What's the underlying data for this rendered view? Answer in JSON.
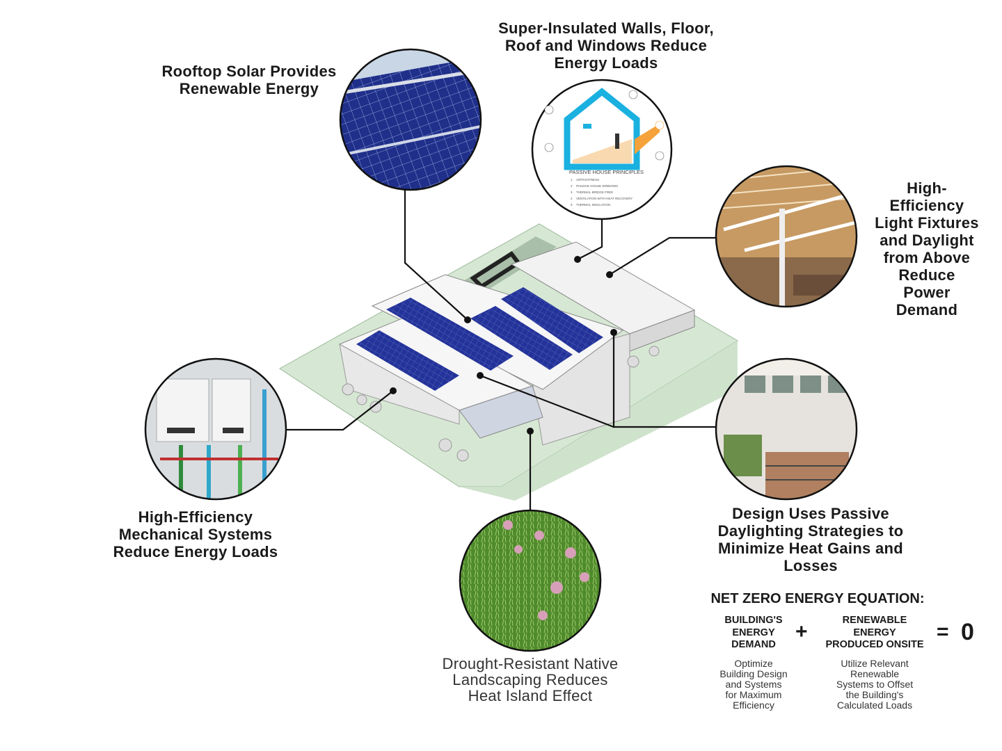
{
  "labels": {
    "solar": [
      "Rooftop Solar Provides",
      "Renewable Energy"
    ],
    "insulation": [
      "Super-Insulated Walls, Floor,",
      "Roof and Windows Reduce",
      "Energy Loads"
    ],
    "lighting": [
      "High-",
      "Efficiency",
      "Light Fixtures",
      "and Daylight",
      "from Above",
      "Reduce",
      "Power",
      "Demand"
    ],
    "mechanical": [
      "High-Efficiency",
      "Mechanical Systems",
      "Reduce Energy Loads"
    ],
    "daylighting": [
      "Design Uses Passive",
      "Daylighting Strategies to",
      "Minimize Heat Gains and",
      "Losses"
    ],
    "landscaping": [
      "Drought-Resistant Native",
      "Landscaping Reduces",
      "Heat Island Effect"
    ]
  },
  "passive_house": {
    "title": "PASSIVE HOUSE PRINCIPLES",
    "items": [
      {
        "num": "1",
        "text": "AIRTIGHTNESS"
      },
      {
        "num": "2",
        "text": "PASSIVE HOUSE WINDOWS"
      },
      {
        "num": "3",
        "text": "THERMAL BRIDGE FREE"
      },
      {
        "num": "4",
        "text": "VENTILATION WITH HEAT RECOVERY"
      },
      {
        "num": "5",
        "text": "THERMAL INSULATION"
      }
    ]
  },
  "equation": {
    "title": "NET ZERO ENERGY EQUATION:",
    "left_head": [
      "BUILDING'S",
      "ENERGY",
      "DEMAND"
    ],
    "left_sub": [
      "Optimize",
      "Building Design",
      "and Systems",
      "for Maximum",
      "Efficiency"
    ],
    "plus": "+",
    "right_head": [
      "RENEWABLE",
      "ENERGY",
      "PRODUCED ONSITE"
    ],
    "right_sub": [
      "Utilize Relevant",
      "Renewable",
      "Systems to Offset",
      "the Building's",
      "Calculated Loads"
    ],
    "equals": "=",
    "result": "0"
  },
  "colors": {
    "panel": "#1f2f8a",
    "site": "#d6e8d3",
    "accent": "#1ab0e0",
    "orange": "#f5a23a"
  }
}
